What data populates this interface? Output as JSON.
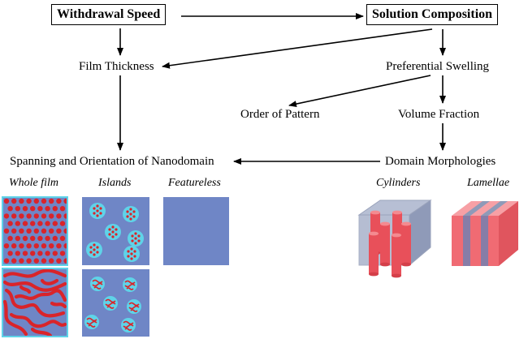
{
  "nodes": {
    "withdrawal_speed": "Withdrawal Speed",
    "solution_composition": "Solution Composition",
    "film_thickness": "Film Thickness",
    "preferential_swelling": "Preferential Swelling",
    "order_of_pattern": "Order of Pattern",
    "volume_fraction": "Volume Fraction",
    "spanning_orientation": "Spanning and Orientation of Nanodomain",
    "domain_morphologies": "Domain Morphologies"
  },
  "panels": {
    "whole_film": "Whole film",
    "islands": "Islands",
    "featureless": "Featureless",
    "cylinders": "Cylinders",
    "lamellae": "Lamellae"
  },
  "colors": {
    "substrate_blue": "#6f86c6",
    "wetting_cyan": "#5fd3e8",
    "domain_red": "#d9242a",
    "cube_red": "#f06b73",
    "arrow": "#000000"
  }
}
